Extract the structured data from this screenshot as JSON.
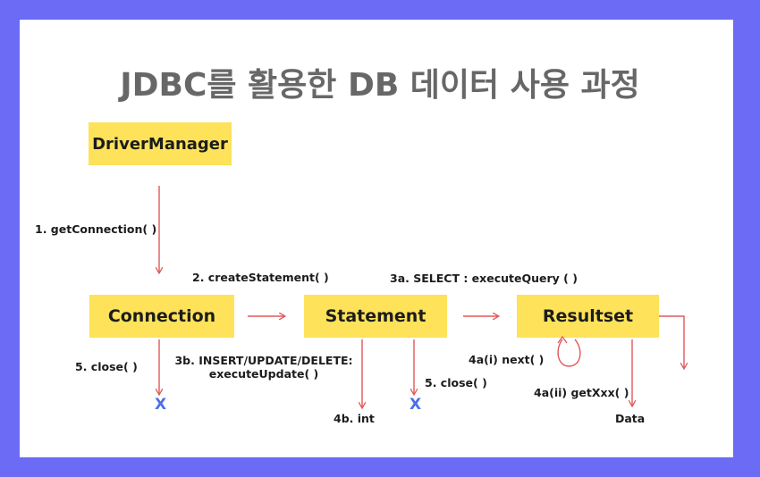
{
  "title": "JDBC를 활용한 DB 데이터 사용 과정",
  "nodes": {
    "driver_manager": "DriverManager",
    "connection": "Connection",
    "statement": "Statement",
    "resultset": "Resultset"
  },
  "labels": {
    "get_connection": "1. getConnection( )",
    "create_statement": "2. createStatement( )",
    "execute_query": "3a. SELECT : executeQuery ( )",
    "execute_update_1": "3b. INSERT/UPDATE/DELETE:",
    "execute_update_2": "executeUpdate( )",
    "int_result": "4b. int",
    "next": "4a(i) next( )",
    "get_xxx": "4a(ii) getXxx( )",
    "data": "Data",
    "close_connection": "5. close( )",
    "close_statement": "5. close( )"
  },
  "marks": {
    "connection_closed": "X",
    "statement_closed": "X"
  },
  "colors": {
    "border": "#6b6bf5",
    "box": "#fde25a",
    "arrow": "#e05858",
    "x_mark": "#4f6ee8",
    "title": "#676767"
  }
}
